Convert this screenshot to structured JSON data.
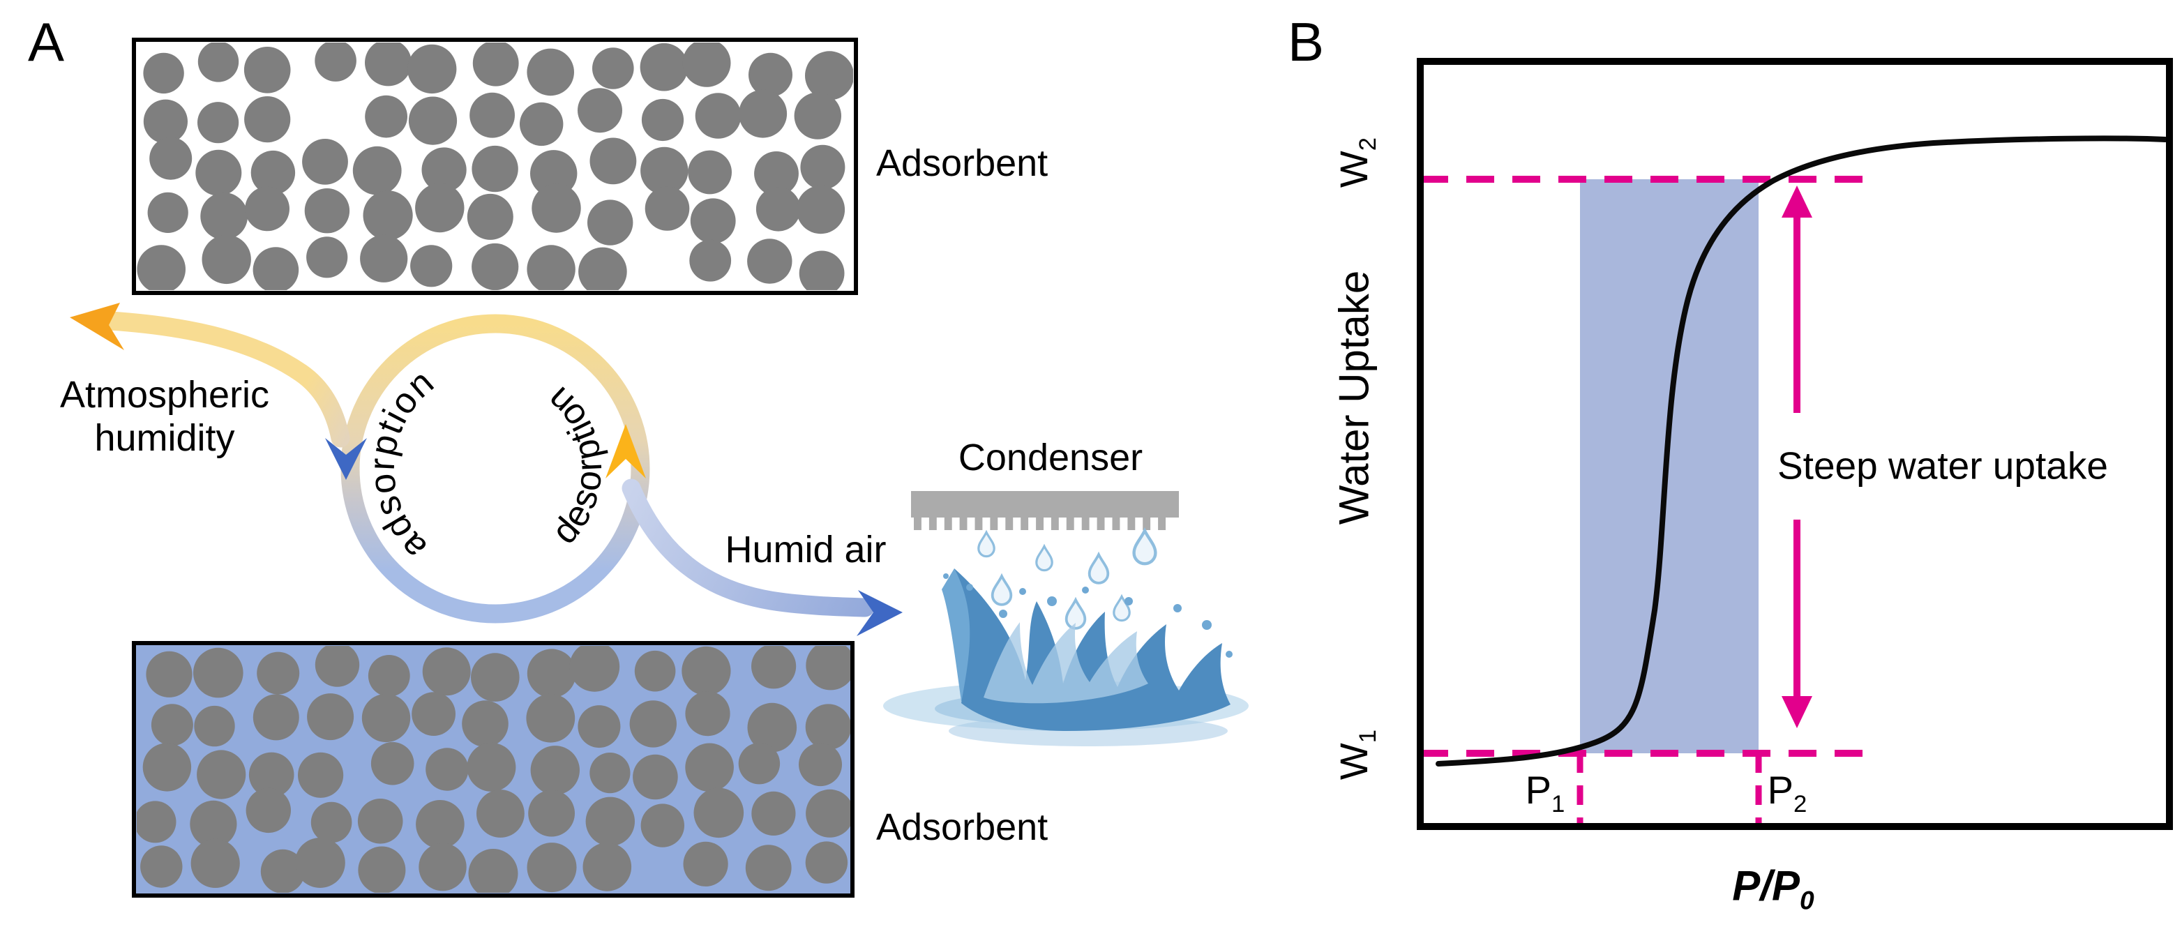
{
  "panel_a": {
    "label": "A",
    "adsorbent_top": {
      "label": "Adsorbent"
    },
    "adsorbent_bottom": {
      "label": "Adsorbent"
    },
    "particle_grid": {
      "rows": 5,
      "cols": 13
    },
    "atmospheric_humidity": {
      "line1": "Atmospheric",
      "line2": "humidity"
    },
    "cycle": {
      "adsorption_label": "adsorption",
      "desorption_label": "desorption"
    },
    "humid_air_label": "Humid air",
    "condenser_label": "Condenser",
    "condenser_teeth": 17,
    "droplet_count": 7
  },
  "panel_b": {
    "label": "B",
    "y_axis_label": "Water Uptake",
    "x_axis_label": {
      "base": "P/P",
      "sub": "0"
    },
    "w2": {
      "base": "W",
      "sub": "2"
    },
    "w1": {
      "base": "W",
      "sub": "1"
    },
    "p1": {
      "base": "P",
      "sub": "1"
    },
    "p2": {
      "base": "P",
      "sub": "2"
    },
    "annotation": "Steep water uptake"
  },
  "colors": {
    "ink": "#000000",
    "accent_magenta": "#E2008C",
    "band_blue": "#A9B7DC",
    "box_blue": "#92ABDC",
    "particle_gray": "#7F7F7F",
    "ring_yellow": "#F8DC8C",
    "ring_blue": "#A6BCE6",
    "swoosh_yellow": "#F8DC92",
    "orange_arrow": "#F6A21D",
    "amber_arrow": "#FBB31A",
    "royal_blue_arrow": "#3E68C4",
    "condenser_gray": "#ABABAB"
  },
  "chart_data": {
    "type": "line",
    "title": "",
    "xlabel": "P/P0",
    "ylabel": "Water Uptake",
    "x": [
      0.02,
      0.1,
      0.16,
      0.21,
      0.24,
      0.27,
      0.3,
      0.32,
      0.34,
      0.36,
      0.39,
      0.42,
      0.45,
      0.5,
      0.58,
      0.7,
      0.85,
      1.0
    ],
    "y": [
      0.05,
      0.058,
      0.068,
      0.096,
      0.115,
      0.15,
      0.23,
      0.36,
      0.53,
      0.66,
      0.76,
      0.82,
      0.846,
      0.87,
      0.888,
      0.895,
      0.898,
      0.898
    ],
    "xlim": [
      0,
      1
    ],
    "ylim": [
      0,
      1
    ],
    "grid": false,
    "legend": false,
    "annotations": {
      "W1": 0.096,
      "W2": 0.846,
      "P1": 0.213,
      "P2": 0.452,
      "shaded_region": {
        "x0": 0.213,
        "x1": 0.452,
        "color": "#A9B7DC"
      },
      "arrow_label": "Steep water uptake",
      "dashed_color": "#E2008C"
    }
  }
}
